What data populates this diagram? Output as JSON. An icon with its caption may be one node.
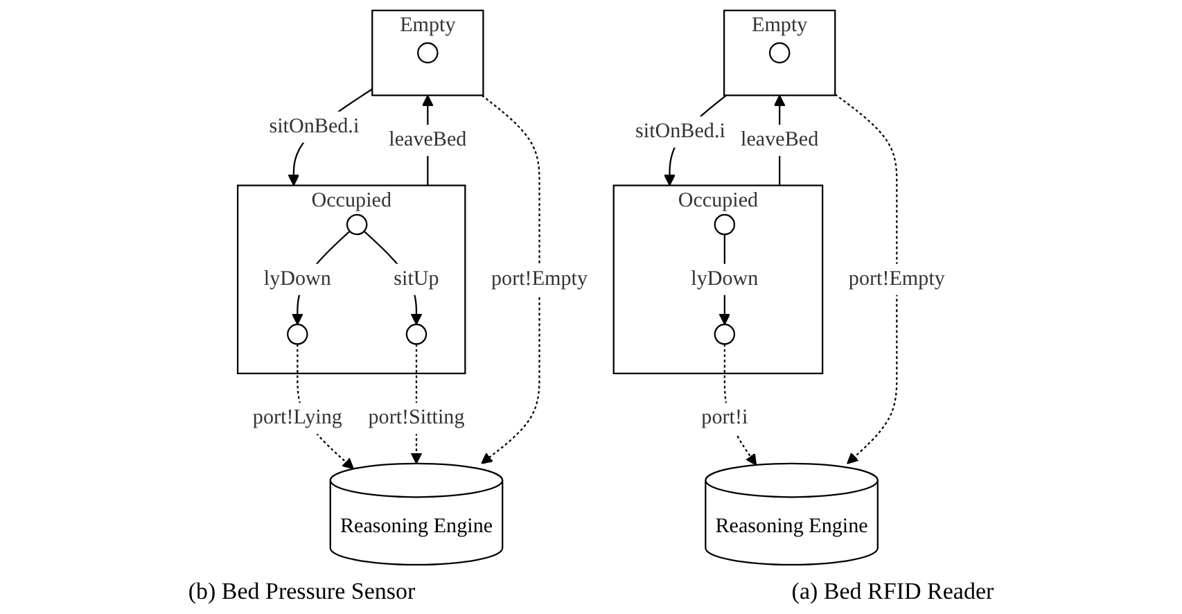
{
  "diagram": {
    "nodes": [
      {
        "text": [
          "Empty"
        ]
      },
      {
        "text": [],
        "shape": "circle",
        "in": 0
      },
      {
        "text": [
          "Occupied"
        ]
      },
      {
        "text": [],
        "shape": "circle",
        "in": 2
      },
      {
        "text": [],
        "shape": "circle",
        "in": 2
      },
      {
        "text": [
          "Reasoning Engine"
        ]
      },
      {
        "text": [
          "Empty"
        ]
      },
      {
        "text": [],
        "shape": "circle",
        "in": 6
      },
      {
        "text": [
          "Occupied"
        ]
      },
      {
        "text": [],
        "shape": "circle",
        "in": 8
      },
      {
        "text": [],
        "shape": "circle",
        "in": 8
      },
      {
        "text": [],
        "shape": "circle",
        "in": 8
      },
      {
        "text": [
          "Reasoning Engine"
        ]
      }
    ],
    "edges": [
      {
        "from": 0,
        "to": 2,
        "arrow": "to",
        "label": "sitOnBed.i"
      },
      {
        "from": 2,
        "to": 0,
        "arrow": "to",
        "label": "leaveBed"
      },
      {
        "from": 0,
        "to": 5,
        "arrow": "to",
        "label": "port!Empty",
        "style": "dashed"
      },
      {
        "from": 3,
        "to": 4,
        "arrow": "to",
        "label": "lyDown"
      },
      {
        "from": 4,
        "to": 5,
        "arrow": "to",
        "label": "port!i",
        "style": "dashed"
      },
      {
        "from": 6,
        "to": 8,
        "arrow": "to",
        "label": "sitOnBed.i"
      },
      {
        "from": 8,
        "to": 6,
        "arrow": "to",
        "label": "leaveBed"
      },
      {
        "from": 6,
        "to": 12,
        "arrow": "to",
        "label": "port!Empty",
        "style": "dashed"
      },
      {
        "from": 9,
        "to": 10,
        "arrow": "to",
        "label": "lyDown"
      },
      {
        "from": 9,
        "to": 11,
        "arrow": "to",
        "label": "sitUp"
      },
      {
        "from": 10,
        "to": 12,
        "arrow": "to",
        "label": "port!Lying",
        "style": "dashed"
      },
      {
        "from": 11,
        "to": 12,
        "arrow": "to",
        "label": "port!Sitting",
        "style": "dashed"
      }
    ],
    "labels": [
      "(a) Bed RFID Reader",
      "(b) Bed Pressure Sensor"
    ]
  }
}
